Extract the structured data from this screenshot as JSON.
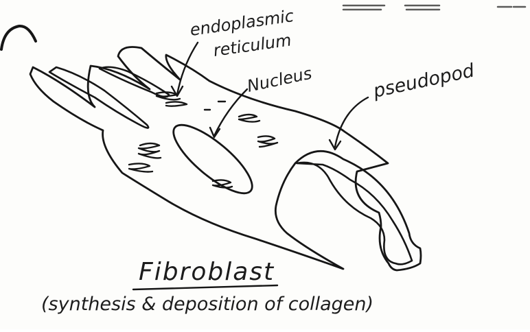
{
  "labels": {
    "endoplasmic_line1": "endoplasmic",
    "endoplasmic_line2": "reticulum",
    "nucleus": "Nucleus",
    "pseudopod": "pseudopod"
  },
  "title": "Fibroblast",
  "caption": "(synthesis & deposition of collagen)",
  "colors": {
    "ink": "#161616",
    "paper": "#fdfdfb"
  }
}
